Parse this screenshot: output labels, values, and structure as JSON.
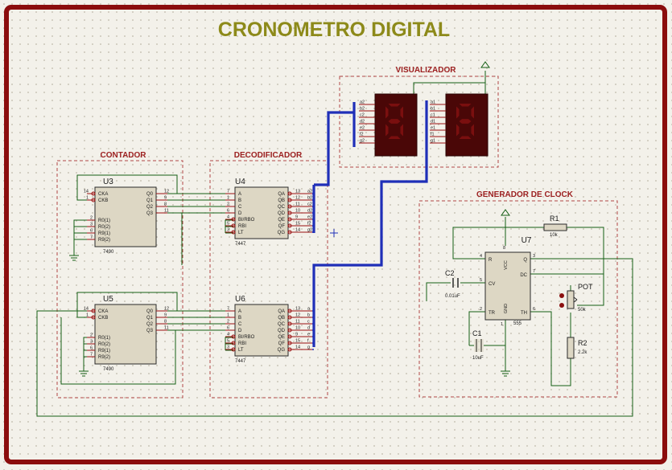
{
  "title": "CRONOMETRO DIGITAL",
  "colors": {
    "border": "#8b0d0d",
    "sheet": "#f3f1ea",
    "dots": "#b9b4a4",
    "wire": "#145e14",
    "bus": "#1f2fb8",
    "frame": "#b24646",
    "label": "#9c2020",
    "chip": "#ddd7c4",
    "chip_border": "#2a2a2a",
    "text": "#1b1b1b",
    "title": "#8d8a1a",
    "pin": "#9a1010",
    "display_bg": "#4a0707",
    "display_seg": "#7a0f0f"
  },
  "sections": {
    "contador": "CONTADOR",
    "decodificador": "DECODIFICADOR",
    "visualizador": "VISUALIZADOR",
    "generador": "GENERADOR DE CLOCK"
  },
  "counters": [
    {
      "ref": "U3",
      "part": "7490",
      "inputs": [
        {
          "num": "14",
          "name": "CKA"
        },
        {
          "num": "1",
          "name": "CKB"
        }
      ],
      "resets": [
        {
          "num": "2",
          "name": "R0(1)"
        },
        {
          "num": "3",
          "name": "R0(2)"
        },
        {
          "num": "6",
          "name": "R9(1)"
        },
        {
          "num": "7",
          "name": "R9(2)"
        }
      ],
      "outputs": [
        {
          "num": "12",
          "name": "Q0"
        },
        {
          "num": "9",
          "name": "Q1"
        },
        {
          "num": "8",
          "name": "Q2"
        },
        {
          "num": "11",
          "name": "Q3"
        }
      ]
    },
    {
      "ref": "U5",
      "part": "7490",
      "inputs": [
        {
          "num": "14",
          "name": "CKA"
        },
        {
          "num": "1",
          "name": "CKB"
        }
      ],
      "resets": [
        {
          "num": "2",
          "name": "R0(1)"
        },
        {
          "num": "3",
          "name": "R0(2)"
        },
        {
          "num": "6",
          "name": "R9(1)"
        },
        {
          "num": "7",
          "name": "R9(2)"
        }
      ],
      "outputs": [
        {
          "num": "12",
          "name": "Q0"
        },
        {
          "num": "9",
          "name": "Q1"
        },
        {
          "num": "8",
          "name": "Q2"
        },
        {
          "num": "11",
          "name": "Q3"
        }
      ]
    }
  ],
  "decoders": [
    {
      "ref": "U4",
      "part": "7447",
      "inputs": [
        {
          "num": "7",
          "name": "A"
        },
        {
          "num": "1",
          "name": "B"
        },
        {
          "num": "2",
          "name": "C"
        },
        {
          "num": "6",
          "name": "D"
        },
        {
          "num": "4",
          "name": "BI/RBO"
        },
        {
          "num": "5",
          "name": "RBI"
        },
        {
          "num": "3",
          "name": "LT"
        }
      ],
      "outputs": [
        {
          "num": "13",
          "name": "QA",
          "net": "a2"
        },
        {
          "num": "12",
          "name": "QB",
          "net": "b2"
        },
        {
          "num": "11",
          "name": "QC",
          "net": "c2"
        },
        {
          "num": "10",
          "name": "QD",
          "net": "d2"
        },
        {
          "num": "9",
          "name": "QE",
          "net": "e2"
        },
        {
          "num": "15",
          "name": "QF",
          "net": "f2"
        },
        {
          "num": "14",
          "name": "QG",
          "net": "g2"
        }
      ]
    },
    {
      "ref": "U6",
      "part": "7447",
      "inputs": [
        {
          "num": "7",
          "name": "A"
        },
        {
          "num": "1",
          "name": "B"
        },
        {
          "num": "2",
          "name": "C"
        },
        {
          "num": "6",
          "name": "D"
        },
        {
          "num": "4",
          "name": "BI/RBO"
        },
        {
          "num": "5",
          "name": "RBI"
        },
        {
          "num": "3",
          "name": "LT"
        }
      ],
      "outputs": [
        {
          "num": "13",
          "name": "QA",
          "net": "a"
        },
        {
          "num": "12",
          "name": "QB",
          "net": "b"
        },
        {
          "num": "11",
          "name": "QC",
          "net": "c"
        },
        {
          "num": "10",
          "name": "QD",
          "net": "d"
        },
        {
          "num": "9",
          "name": "QE",
          "net": "e"
        },
        {
          "num": "15",
          "name": "QF",
          "net": "f"
        },
        {
          "num": "14",
          "name": "QG",
          "net": "g"
        }
      ]
    }
  ],
  "displays": [
    {
      "nets": [
        "a2",
        "b2",
        "c2",
        "d2",
        "e2",
        "f2",
        "g2"
      ]
    },
    {
      "nets": [
        "a1",
        "b1",
        "c1",
        "d1",
        "e1",
        "f1",
        "g1"
      ]
    }
  ],
  "timer": {
    "ref": "U7",
    "part": "555",
    "pins_left": [
      {
        "num": "4",
        "name": "R"
      },
      {
        "num": "5",
        "name": "CV"
      },
      {
        "num": "2",
        "name": "TR"
      }
    ],
    "pins_right": [
      {
        "num": "3",
        "name": "Q"
      },
      {
        "num": "7",
        "name": "DC"
      },
      {
        "num": "6",
        "name": "TH"
      }
    ],
    "pins_top": [
      {
        "num": "8",
        "name": "VCC"
      }
    ],
    "pins_bottom": [
      {
        "num": "1",
        "name": "GND"
      }
    ]
  },
  "passives": {
    "r1": {
      "ref": "R1",
      "value": "10k"
    },
    "r2": {
      "ref": "R2",
      "value": "2.2k"
    },
    "pot": {
      "ref": "POT",
      "value": "50k"
    },
    "c1": {
      "ref": "C1",
      "value": "10uF"
    },
    "c2": {
      "ref": "C2",
      "value": "0.01uF"
    }
  }
}
